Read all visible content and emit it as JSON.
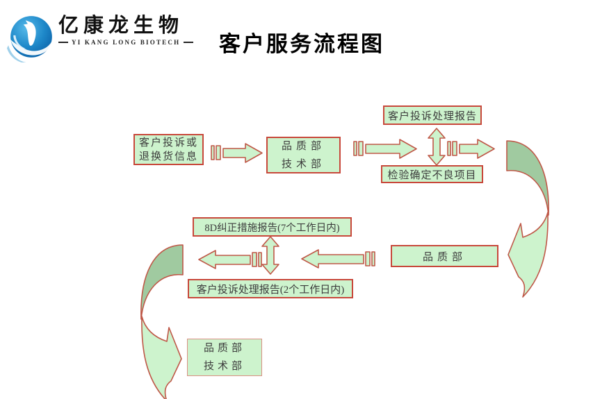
{
  "header": {
    "logo": {
      "brand": "亿康龙生物",
      "subtitle": "YI KANG LONG BIOTECH"
    },
    "title": "客户服务流程图"
  },
  "colors": {
    "box_fill": "#cdf3cd",
    "box_border": "#c8473a",
    "arrow_fill": "#cdf3cd",
    "arrow_outline": "#bf5747",
    "arrow_dark_fill": "#a0caa0",
    "logo_blue": "#1583c4"
  },
  "flowchart": {
    "nodes": {
      "complaint_info": {
        "line1": "客户投诉或",
        "line2": "退换货信息"
      },
      "quality_tech_top": {
        "line1": "品质部",
        "line2": "技术部"
      },
      "complaint_report": {
        "label": "客户投诉处理报告"
      },
      "defect_check": {
        "label": "检验确定不良项目"
      },
      "quality_dept": {
        "label": "品质部"
      },
      "corrective_8d_report": {
        "label": "8D纠正措施报告(7个工作日内)"
      },
      "complaint_report_2d": {
        "label": "客户投诉处理报告(2个工作日内)"
      },
      "quality_tech_bottom": {
        "line1": "品质部",
        "line2": "技术部"
      }
    }
  }
}
